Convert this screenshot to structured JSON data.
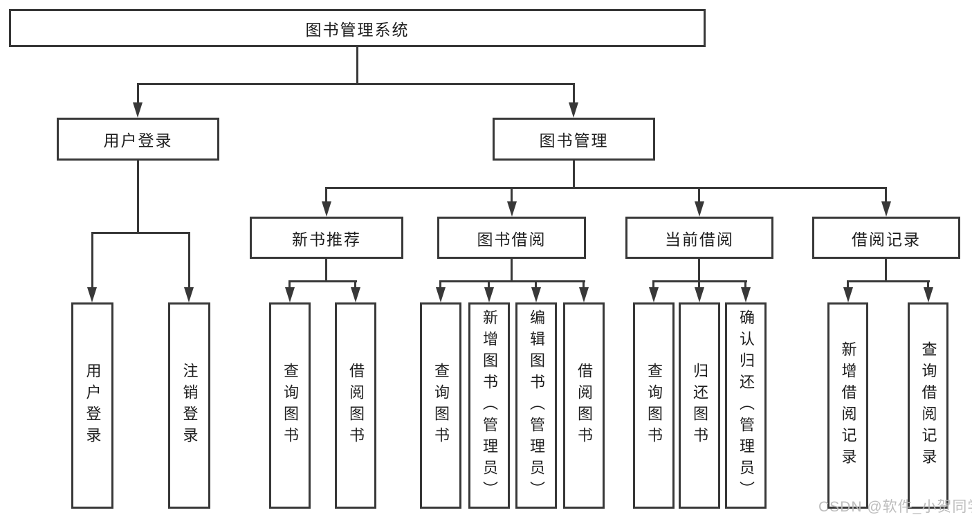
{
  "watermark": "CSDN @软件_小贺同学",
  "colors": {
    "line": "#383838",
    "box_border": "#383838",
    "text": "#1e1e1e",
    "background": "#ffffff",
    "watermark": "#b9b9b9"
  },
  "tree": {
    "root": {
      "label": "图书管理系统"
    },
    "level2": [
      {
        "label": "用户登录",
        "children": [
          {
            "label": "用户登录"
          },
          {
            "label": "注销登录"
          }
        ]
      },
      {
        "label": "图书管理",
        "children": [
          {
            "label": "新书推荐",
            "children": [
              {
                "label": "查询图书"
              },
              {
                "label": "借阅图书"
              }
            ]
          },
          {
            "label": "图书借阅",
            "children": [
              {
                "label": "查询图书"
              },
              {
                "label": "新增图书（管理员）"
              },
              {
                "label": "编辑图书（管理员）"
              },
              {
                "label": "借阅图书"
              }
            ]
          },
          {
            "label": "当前借阅",
            "children": [
              {
                "label": "查询图书"
              },
              {
                "label": "归还图书"
              },
              {
                "label": "确认归还（管理员）"
              }
            ]
          },
          {
            "label": "借阅记录",
            "children": [
              {
                "label": "新增借阅记录"
              },
              {
                "label": "查询借阅记录"
              }
            ]
          }
        ]
      }
    ]
  }
}
